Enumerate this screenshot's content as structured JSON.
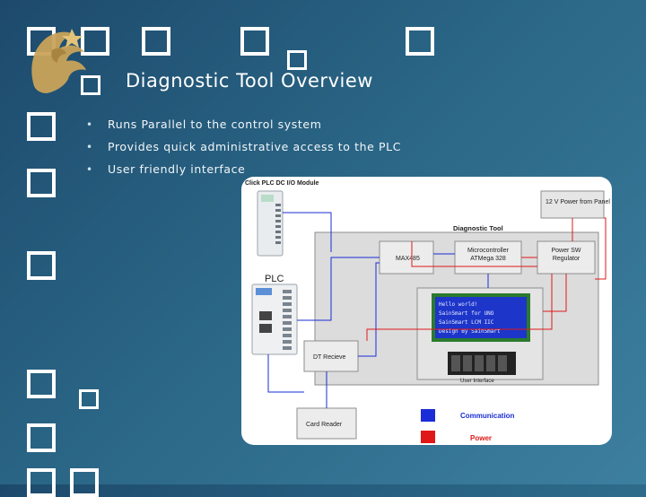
{
  "slide": {
    "title": "Diagnostic Tool Overview",
    "bullets": [
      "Runs Parallel to the control system",
      "Provides quick administrative access to the PLC",
      "User friendly interface"
    ],
    "bullet_marker": "•"
  },
  "diagram": {
    "io_module_label": "Click PLC DC I/O Module",
    "plc_label": "PLC",
    "power_panel": "12 V Power from Panel",
    "diagnostic_tool_label": "Diagnostic Tool",
    "max485": "MAX485",
    "microcontroller": "Microcontroller ATMega 328",
    "power_regulator": "Power SW Regulator",
    "lcd_lines": [
      "Hello world!",
      "SainSmart for UNO",
      "SainSmart LCM IIC",
      "Design By SainSmart"
    ],
    "user_interface": "User Interface",
    "dt_receive": "DT Recieve",
    "card_reader": "Card Reader",
    "legend": [
      {
        "label": "Communication",
        "color": "#1a2dd6"
      },
      {
        "label": "Power",
        "color": "#e01818"
      }
    ]
  },
  "colors": {
    "background": "#2a6585",
    "accent_white": "#ffffff",
    "logo_gold": "#c9a35a"
  },
  "icons": [
    "placeholder-glyph-icon",
    "pegasus-logo-icon"
  ]
}
